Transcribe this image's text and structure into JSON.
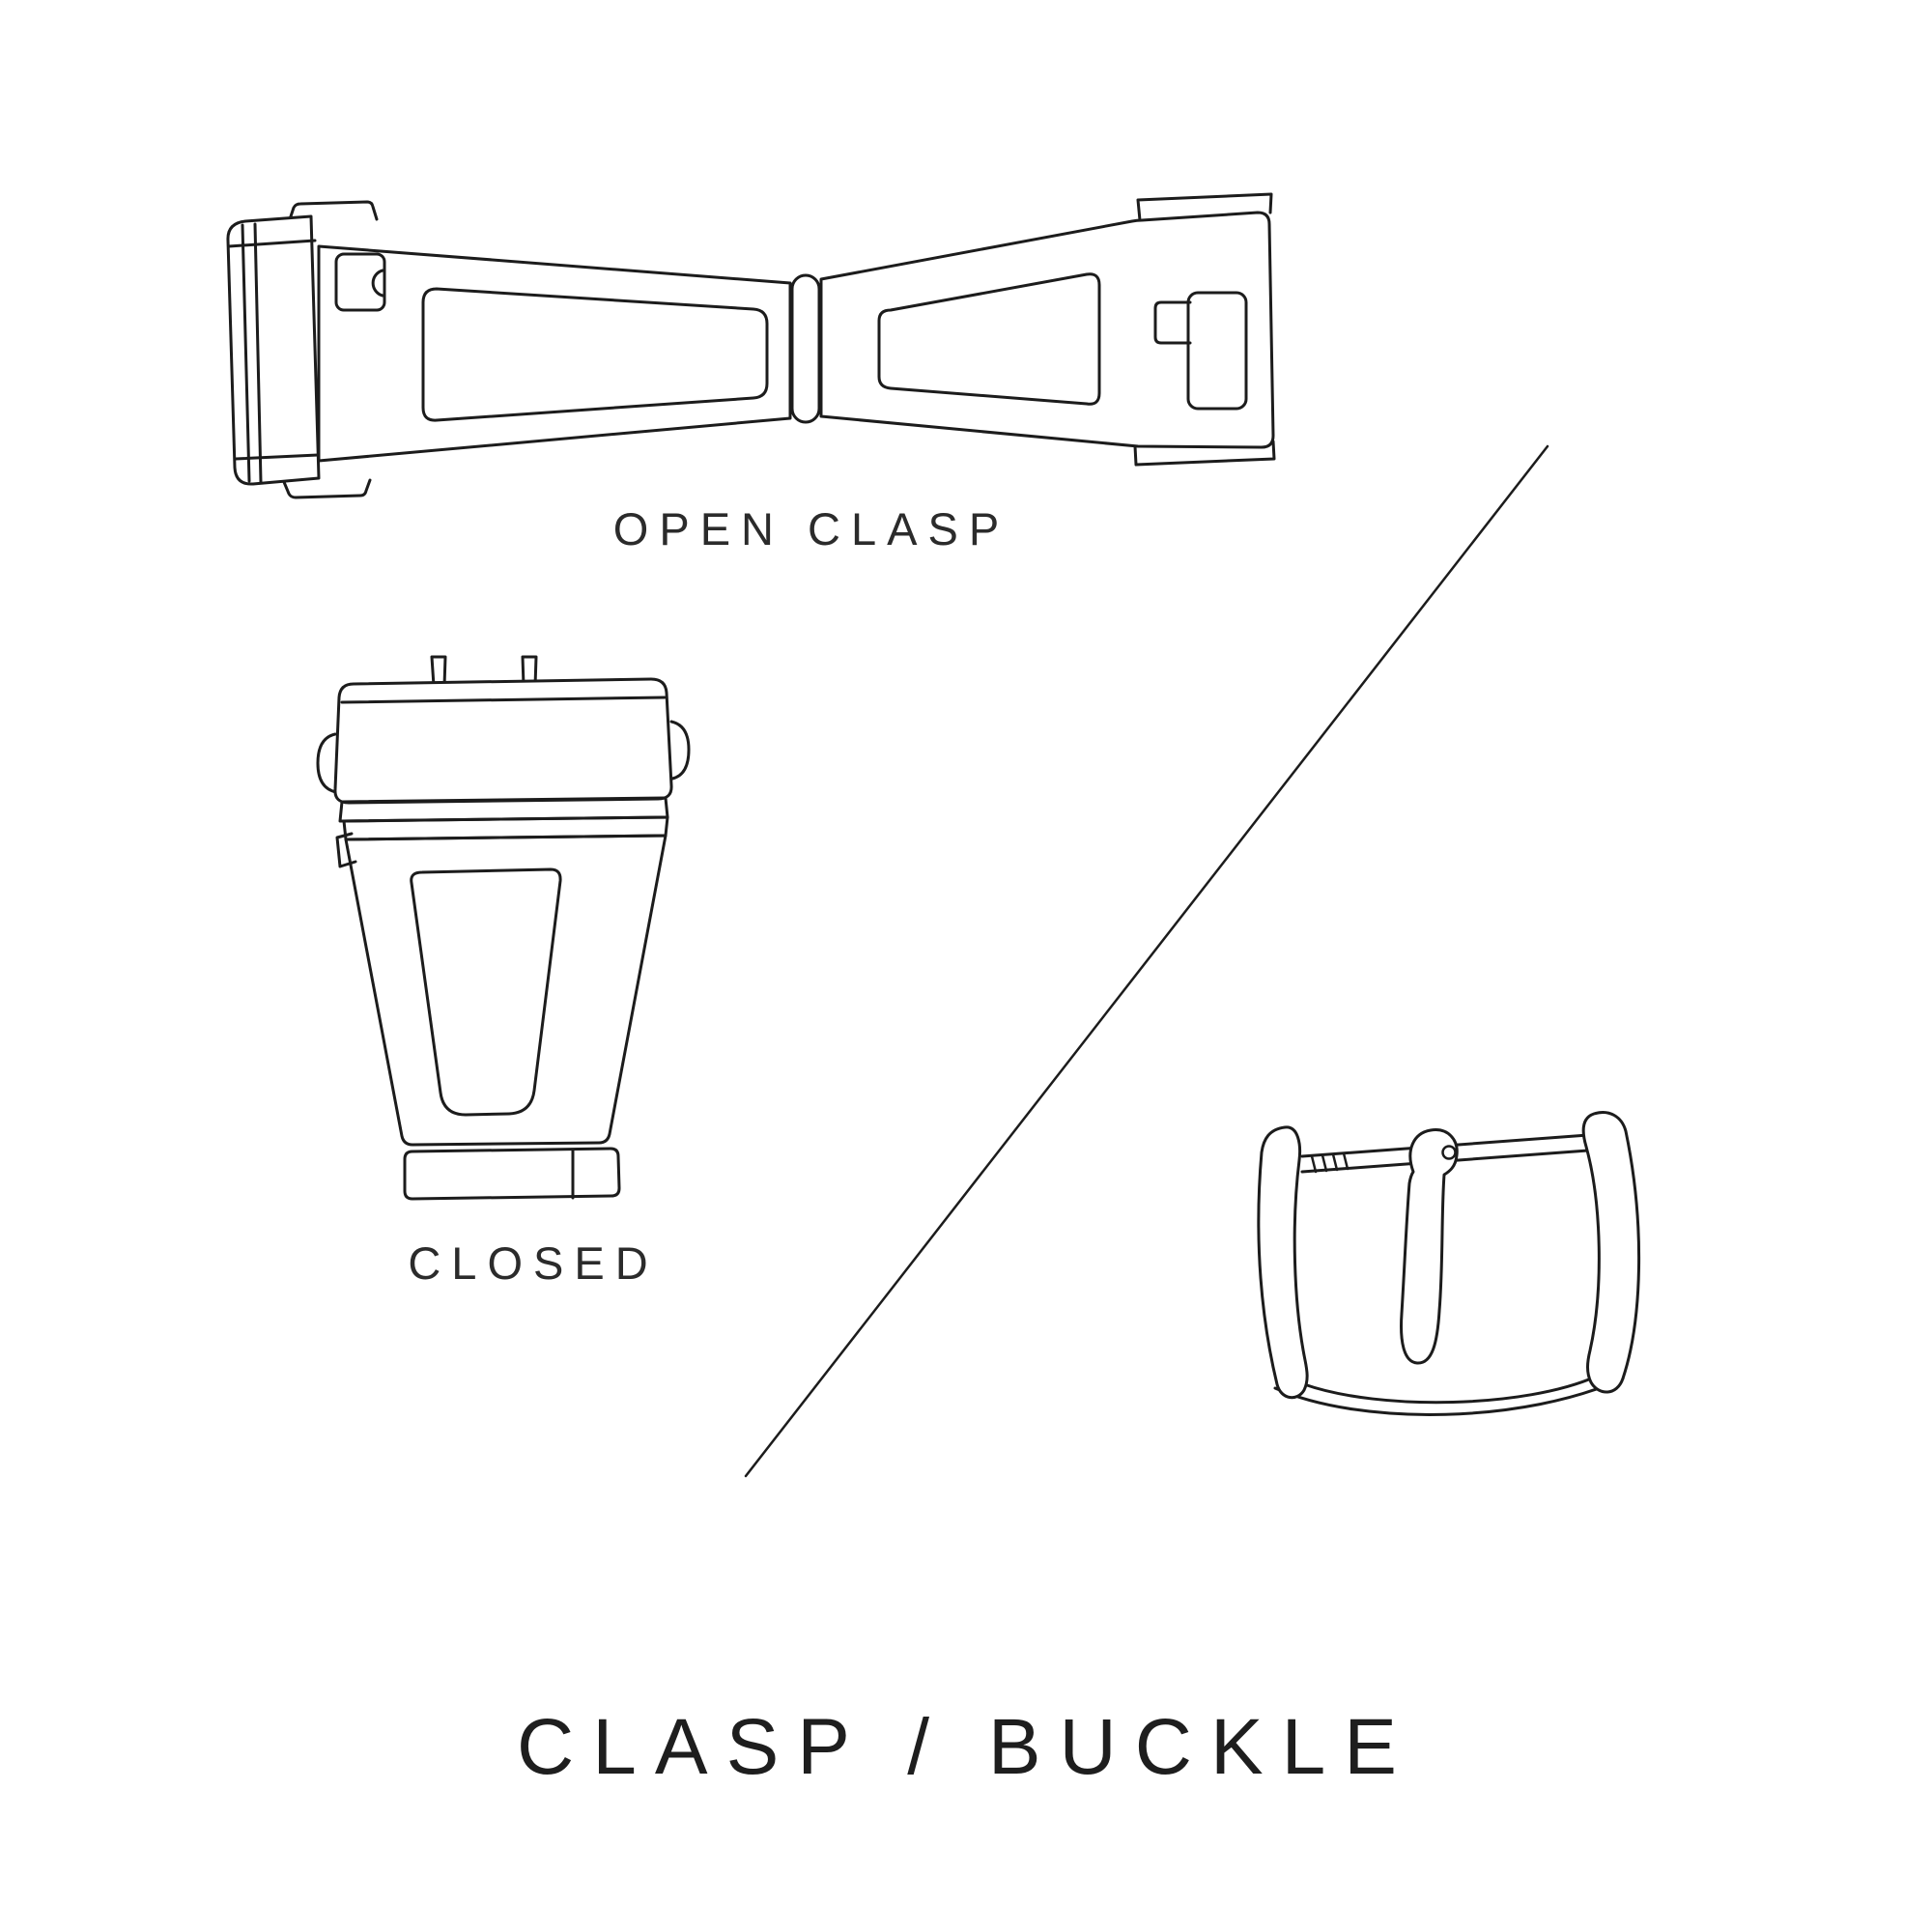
{
  "title": {
    "text": "CLASP / BUCKLE"
  },
  "figures": {
    "open_clasp": {
      "name": "open-clasp-illustration",
      "label": "OPEN CLASP"
    },
    "closed_clasp": {
      "name": "closed-clasp-illustration",
      "label": "CLOSED"
    },
    "tang_buckle": {
      "name": "tang-buckle-illustration"
    }
  },
  "divider": {
    "name": "diagonal-divider-line"
  },
  "colors": {
    "background": "#ffffff",
    "line": "#1c1c1c",
    "text": "#2b2b2b",
    "title": "#1e1e1e"
  }
}
